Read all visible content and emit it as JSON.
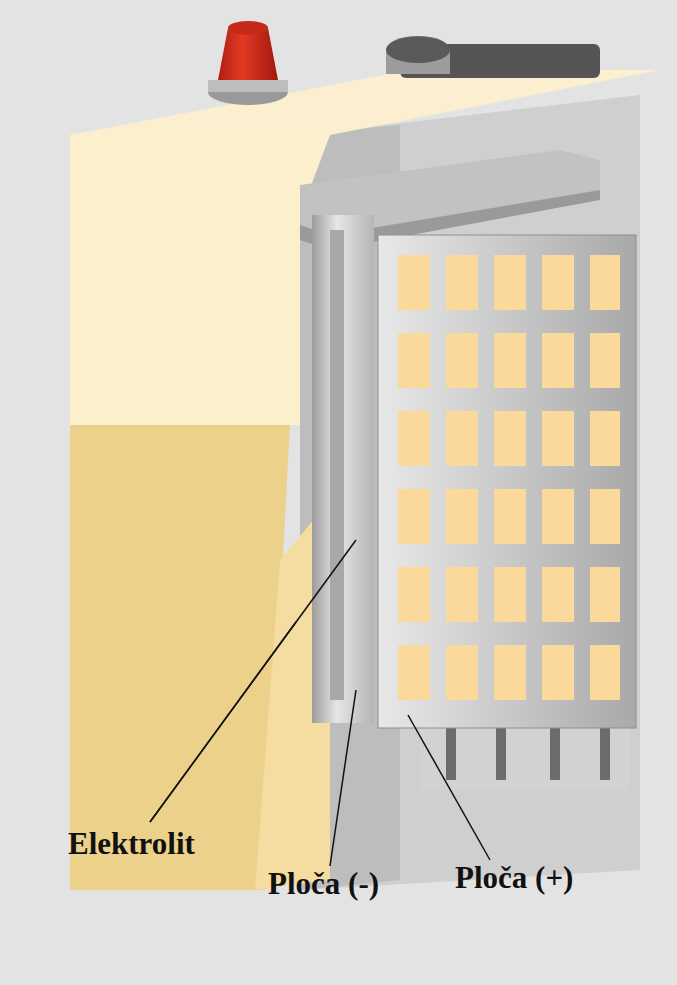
{
  "diagram": {
    "labels": [
      "Elektrolit",
      "Ploča (-)",
      "Ploča (+)"
    ]
  }
}
